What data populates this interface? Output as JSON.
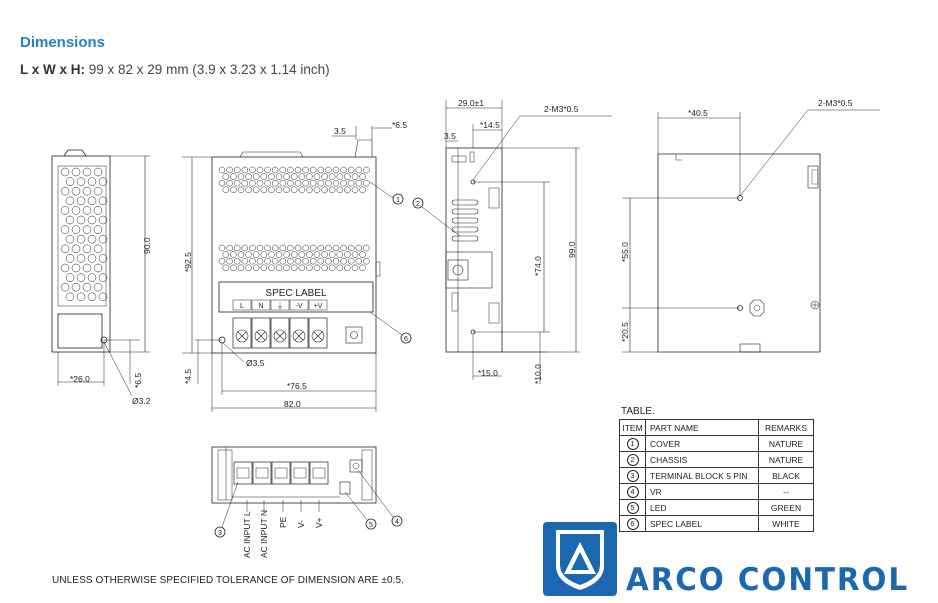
{
  "header": {
    "title": "Dimensions",
    "dims_label": "L x W x H:",
    "dims_value": " 99 x 82 x 29 mm (3.9 x 3.23 x 1.14 inch)"
  },
  "drawing": {
    "side_left": {
      "h90": "90.0",
      "w26": "*26.0",
      "d65": "*6.5",
      "hole": "Ø3.2"
    },
    "front": {
      "h925": "*92.5",
      "d35": "3.5",
      "d65": "*6.5",
      "w765": "*76.5",
      "w82": "82.0",
      "d45": "*4.5",
      "hole": "Ø3.5",
      "spec_label": "SPEC LABEL",
      "terminals": [
        "L",
        "N",
        "⏚",
        "-V",
        "+V"
      ],
      "callout1": "1",
      "callout2": "2",
      "callout6": "6"
    },
    "side_right": {
      "w29": "29.0±1",
      "d145": "*14.5",
      "d35": "3.5",
      "screw": "2-M3*0.5",
      "h74": "*74.0",
      "h99": "99.0",
      "d150": "*15.0",
      "d100": "*10.0"
    },
    "back": {
      "w405": "*40.5",
      "screw": "2-M3*0.5",
      "h55": "*55.0",
      "h205": "*20.5"
    },
    "bottom": {
      "labels": [
        "AC INPUT L",
        "AC INPUT N",
        "PE",
        "V-",
        "V+"
      ],
      "callout3": "3",
      "callout4": "4",
      "callout5": "5"
    }
  },
  "table": {
    "title": "TABLE.",
    "headers": [
      "ITEM",
      "PART NAME",
      "REMARKS"
    ],
    "rows": [
      {
        "item": "1",
        "part": "COVER",
        "remark": "NATURE"
      },
      {
        "item": "2",
        "part": "CHASSIS",
        "remark": "NATURE"
      },
      {
        "item": "3",
        "part": "TERMINAL BLOCK 5 PIN",
        "remark": "BLACK"
      },
      {
        "item": "4",
        "part": "VR",
        "remark": "--"
      },
      {
        "item": "5",
        "part": "LED",
        "remark": "GREEN"
      },
      {
        "item": "6",
        "part": "SPEC LABEL",
        "remark": "WHITE"
      }
    ]
  },
  "footer": {
    "tolerance": "UNLESS OTHERWISE SPECIFIED TOLERANCE OF DIMENSION ARE ±0.5."
  },
  "logo": {
    "text": "ARCO CONTROL",
    "color": "#1c68b0"
  }
}
